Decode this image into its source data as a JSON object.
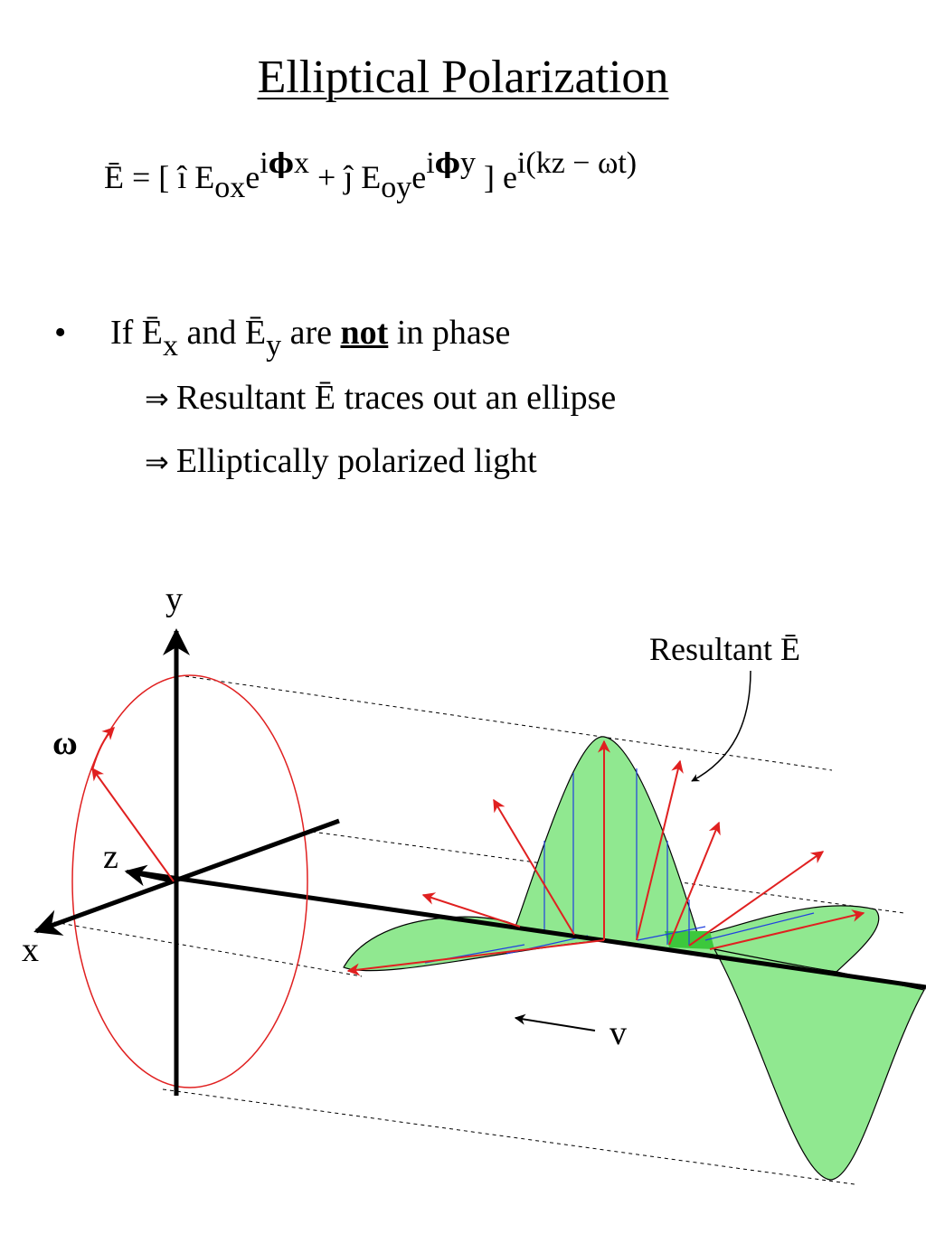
{
  "title": "Elliptical Polarization",
  "equation": {
    "lhs": "Ē  = [ î E",
    "sub_ox": "ox",
    "e1": "e",
    "sup1_i": "i",
    "sup1_phi": "ϕ",
    "sup1_x": "x",
    "plus": " + ĵ E",
    "sub_oy": "oy",
    "e2": "e",
    "sup2_i": "i",
    "sup2_phi": "ϕ",
    "sup2_y": "y",
    "close": " ] e",
    "sup3": "i(kz − ωt)"
  },
  "bullets": {
    "dot": "•",
    "pre": "If Ē",
    "sub_x": "x",
    "mid": " and Ē",
    "sub_y": "y",
    "are": " are ",
    "emph": "not",
    "post": " in phase",
    "arrow": "⇒",
    "line1": "Resultant Ē traces out an ellipse",
    "line2": "Elliptically polarized light"
  },
  "diagram": {
    "label_y": "y",
    "label_x": "x",
    "label_z": "z",
    "label_omega": "ω",
    "label_resultant": "Resultant Ē",
    "label_v": "v",
    "colors": {
      "ellipse": "#e02020",
      "vector": "#e02020",
      "fill": "#90e890",
      "fill_dark": "#3cc83c",
      "hatch": "#2040e0",
      "axis": "#000000"
    }
  }
}
